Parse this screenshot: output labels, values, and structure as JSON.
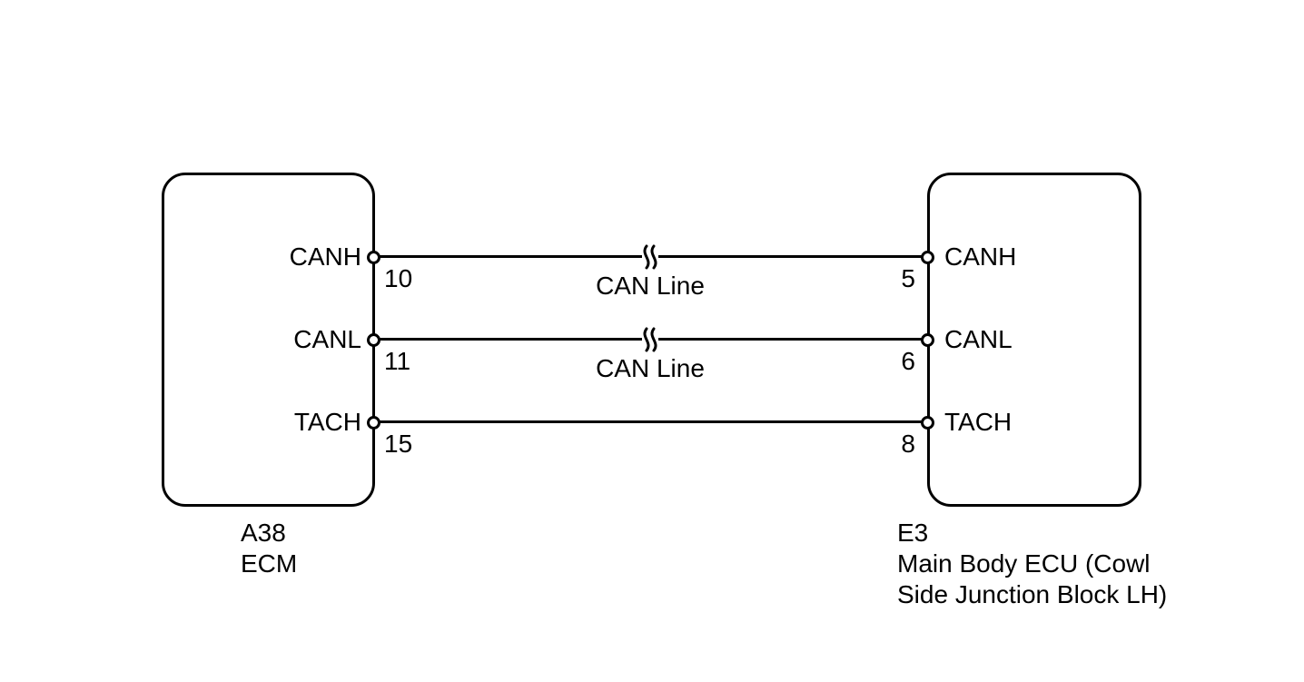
{
  "diagram": {
    "left_connector": {
      "code": "A38",
      "name": "ECM",
      "pins": [
        {
          "label": "CANH",
          "number": "10"
        },
        {
          "label": "CANL",
          "number": "11"
        },
        {
          "label": "TACH",
          "number": "15"
        }
      ]
    },
    "right_connector": {
      "code": "E3",
      "name_lines": [
        "Main Body ECU (Cowl",
        "Side Junction Block LH)"
      ],
      "pins": [
        {
          "label": "CANH",
          "number": "5"
        },
        {
          "label": "CANL",
          "number": "6"
        },
        {
          "label": "TACH",
          "number": "8"
        }
      ]
    },
    "wires": [
      {
        "from_pin": "10",
        "to_pin": "5",
        "label": "CAN Line",
        "break_symbol": true
      },
      {
        "from_pin": "11",
        "to_pin": "6",
        "label": "CAN Line",
        "break_symbol": true
      },
      {
        "from_pin": "15",
        "to_pin": "8",
        "label": "",
        "break_symbol": false
      }
    ],
    "colors": {
      "line": "#000000",
      "background": "#ffffff"
    }
  }
}
